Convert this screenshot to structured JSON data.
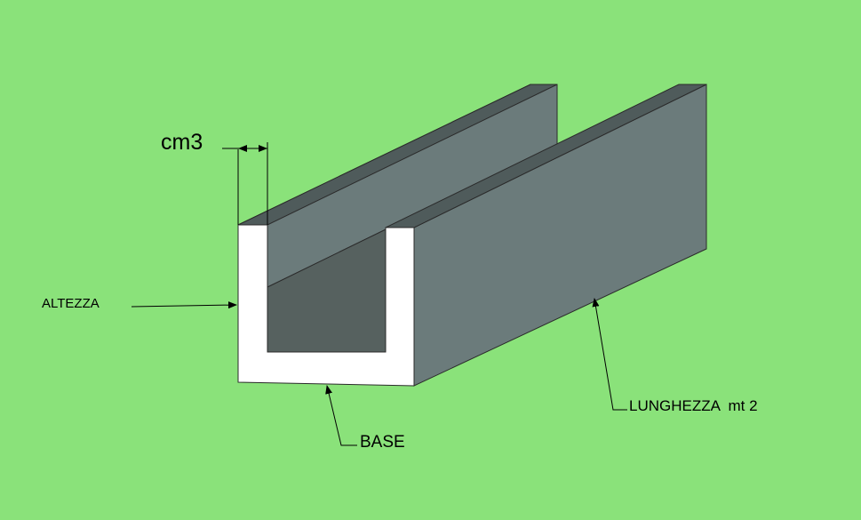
{
  "labels": {
    "thickness": "cm3",
    "height": "ALTEZZA",
    "base": "BASE",
    "length": "LUNGHEZZA  mt 2"
  },
  "colors": {
    "background": "#8ae27a",
    "profile_face": "#ffffff",
    "side_face": "#6b7b7b",
    "top_edge": "#4f5b5b",
    "inner_floor": "#56615f",
    "outline": "#2b2b2b"
  }
}
